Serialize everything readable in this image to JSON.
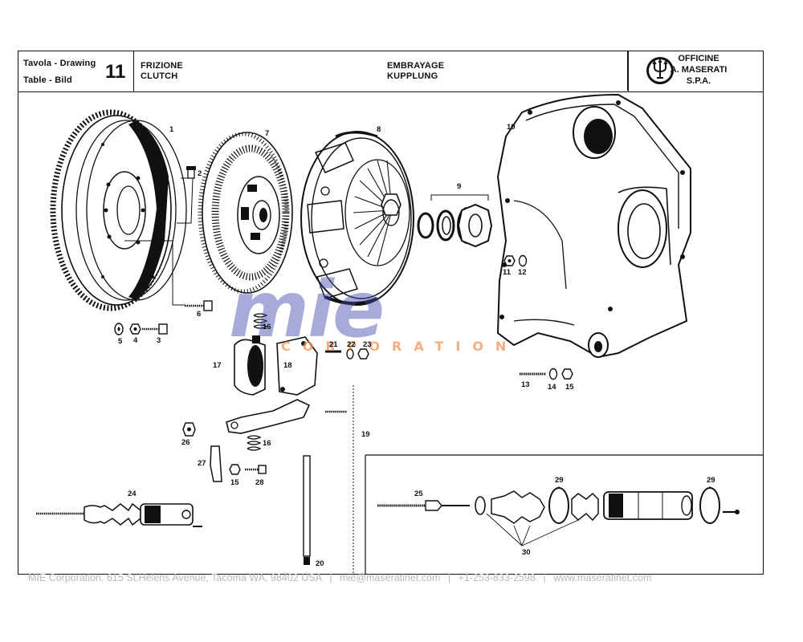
{
  "header": {
    "drawing_label_1": "Tavola - Drawing",
    "drawing_label_2": "Table - Bild",
    "table_number": "11",
    "title_it": "FRIZIONE",
    "title_en": "CLUTCH",
    "title_fr": "EMBRAYAGE",
    "title_de": "KUPPLUNG",
    "maker_1": "OFFICINE",
    "maker_2": "A. MASERATI",
    "maker_3": "S.P.A."
  },
  "callouts": {
    "c1": "1",
    "c2": "2",
    "c3": "3",
    "c4": "4",
    "c5": "5",
    "c6": "6",
    "c7": "7",
    "c8": "8",
    "c9": "9",
    "c10": "10",
    "c11": "11",
    "c12": "12",
    "c13": "13",
    "c14": "14",
    "c15": "15",
    "c15b": "15",
    "c16": "16",
    "c16b": "16",
    "c17": "17",
    "c18": "18",
    "c19": "19",
    "c20": "20",
    "c21": "21",
    "c22": "22",
    "c23": "23",
    "c24": "24",
    "c25": "25",
    "c26": "26",
    "c27": "27",
    "c28": "28",
    "c29": "29",
    "c29b": "29",
    "c30": "30"
  },
  "watermark": {
    "logo": "mie",
    "subtitle": "CORPORATION"
  },
  "footer": {
    "address": "MIE Corporation. 615 St.Helens Avenue, Tacoma WA, 98402 USA",
    "sep1": "|",
    "email": "mie@maseratinet.com",
    "sep2": "|",
    "phone": "+1-253-833-2598",
    "sep3": "|",
    "website": "www.maseratinet.com"
  },
  "colors": {
    "ink": "#111111",
    "watermark_blue": "#3c4aa8",
    "watermark_orange": "#ef8c4c",
    "footer_grey": "#b8b8b8"
  }
}
